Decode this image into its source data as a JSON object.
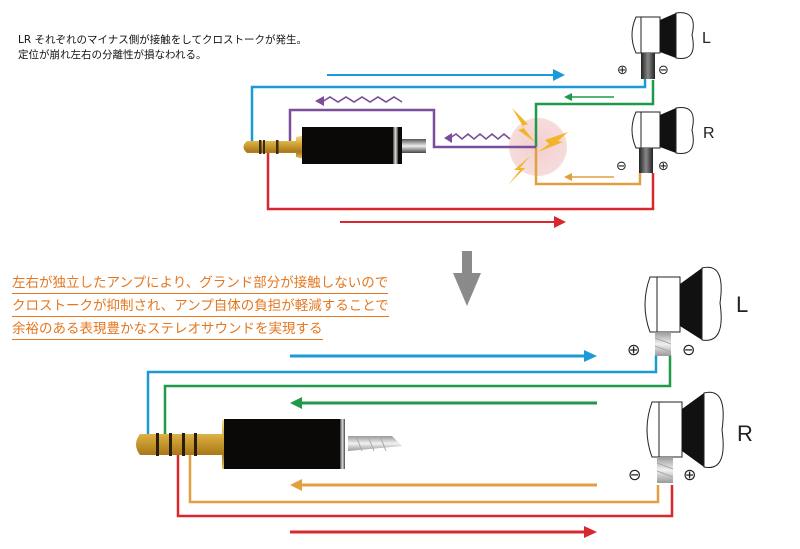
{
  "top_diagram": {
    "caption_lines": [
      "LR それぞれのマイナス側が接触をしてクロストークが発生。",
      "定位が崩れ左右の分離性が損なわれる。"
    ],
    "plug_type": "3-pole (TRS)",
    "earphones": [
      {
        "channel": "L",
        "left_terminal": "⊕",
        "right_terminal": "⊖"
      },
      {
        "channel": "R",
        "left_terminal": "⊖",
        "right_terminal": "⊕"
      }
    ],
    "wires": [
      {
        "name": "L+",
        "color": "#1a9ad6",
        "direction": "to-earphone"
      },
      {
        "name": "L-",
        "color": "#1f9a4a",
        "direction": "to-plug"
      },
      {
        "name": "R-",
        "color": "#e0a040",
        "direction": "to-plug"
      },
      {
        "name": "R+",
        "color": "#d8282e",
        "direction": "to-earphone"
      },
      {
        "name": "shared-ground",
        "color": "#7b4e9c",
        "direction": "crosstalk"
      }
    ],
    "crosstalk_marker": "spark"
  },
  "transition_arrow": "down-arrow",
  "bottom_diagram": {
    "caption_lines": [
      "左右が独立したアンプにより、グランド部分が接触しないので",
      "クロストークが抑制され、アンプ自体の負担が軽減することで",
      "余裕のある表現豊かなステレオサウンドを実現する"
    ],
    "plug_type": "4-pole (balanced)",
    "earphones": [
      {
        "channel": "L",
        "left_terminal": "⊕",
        "right_terminal": "⊖"
      },
      {
        "channel": "R",
        "left_terminal": "⊖",
        "right_terminal": "⊕"
      }
    ],
    "wires": [
      {
        "name": "L+",
        "color": "#1a9ad6",
        "direction": "to-earphone"
      },
      {
        "name": "L-",
        "color": "#1f9a4a",
        "direction": "to-plug"
      },
      {
        "name": "R-",
        "color": "#e0a040",
        "direction": "to-plug"
      },
      {
        "name": "R+",
        "color": "#d8282e",
        "direction": "to-earphone"
      }
    ]
  },
  "colors": {
    "blue": "#1a9ad6",
    "green": "#1f9a4a",
    "orange": "#e0a040",
    "red": "#d8282e",
    "purple": "#7b4e9c",
    "accent_text": "#e4771f",
    "arrow_gray": "#8a8a8a"
  }
}
